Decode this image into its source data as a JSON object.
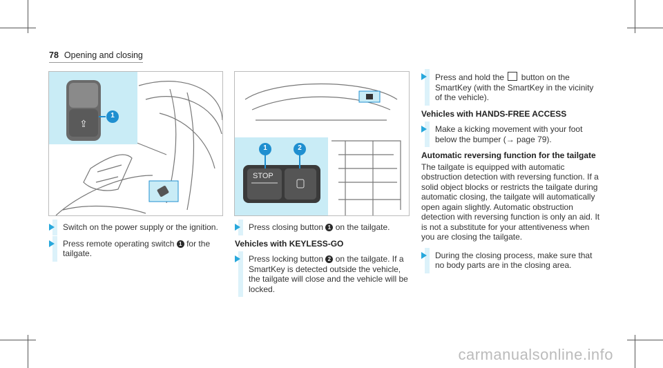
{
  "header": {
    "page_number": "78",
    "title": "Opening and closing"
  },
  "figures": {
    "fig1": {
      "callout": "1"
    },
    "fig2": {
      "callout1": "1",
      "callout2": "2",
      "stop_label": "STOP"
    }
  },
  "col1": {
    "step1": "Switch on the power supply or the ignition.",
    "step2_a": "Press remote operating switch",
    "step2_num": "1",
    "step2_b": "for the tailgate."
  },
  "col2": {
    "step1_a": "Press closing button",
    "step1_num": "1",
    "step1_b": "on the tailgate.",
    "heading": "Vehicles with KEYLESS-GO",
    "step2_a": "Press locking button",
    "step2_num": "2",
    "step2_b": "on the tailgate. If a SmartKey is detected outside the vehicle, the tailgate will close and the vehicle will be locked."
  },
  "col3": {
    "step1_a": "Press and hold the",
    "step1_b": "button on the SmartKey (with the SmartKey in the vicinity of the vehicle).",
    "heading1": "Vehicles with HANDS-FREE ACCESS",
    "step2": "Make a kicking movement with your foot below the bumper (→ page 79).",
    "heading2": "Automatic reversing function for the tailgate",
    "para": "The tailgate is equipped with automatic obstruction detection with reversing function. If a solid object blocks or restricts the tailgate during automatic closing, the tailgate will automatically open again slightly. Automatic obstruction detection with reversing function is only an aid. It is not a substitute for your attentiveness when you are closing the tailgate.",
    "step3": "During the closing process, make sure that no body parts are in the closing area."
  },
  "watermark": "carmanualsonline.info",
  "colors": {
    "accent": "#28a8dc",
    "highlight": "#c9ecf6",
    "callout": "#1f8fd0"
  }
}
